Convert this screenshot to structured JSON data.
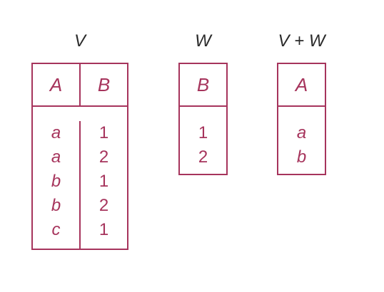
{
  "colors": {
    "accent": "#a6345c",
    "title": "#2a2a2a"
  },
  "relations": {
    "v": {
      "name": "V",
      "headers": [
        "A",
        "B"
      ],
      "col_a": [
        "a",
        "a",
        "b",
        "b",
        "c"
      ],
      "col_b": [
        "1",
        "2",
        "1",
        "2",
        "1"
      ]
    },
    "w": {
      "name": "W",
      "headers": [
        "B"
      ],
      "col_b": [
        "1",
        "2"
      ]
    },
    "vw": {
      "name": "V + W",
      "headers": [
        "A"
      ],
      "col_a": [
        "a",
        "b"
      ]
    }
  }
}
